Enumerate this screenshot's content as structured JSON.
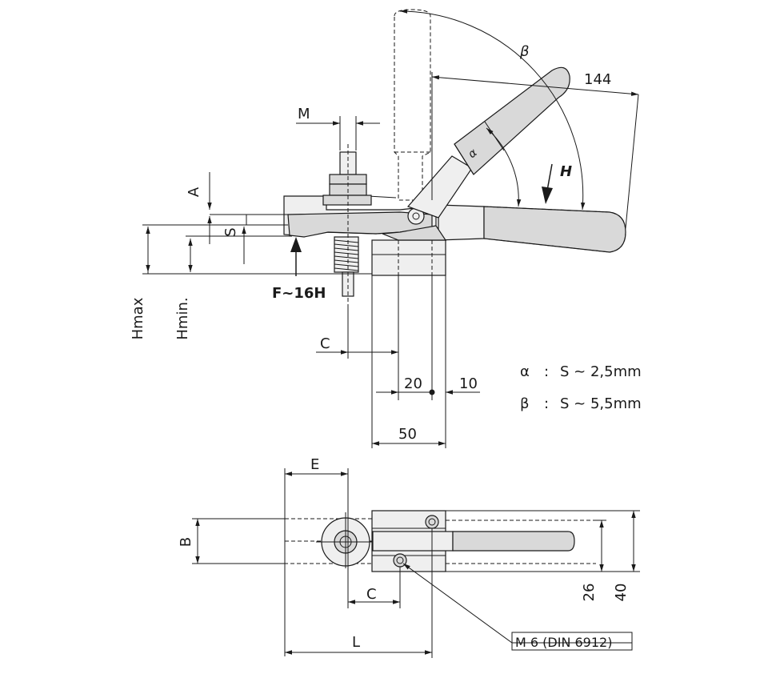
{
  "labels": {
    "M": "M",
    "A": "A",
    "S": "S",
    "Hmax": "Hmax",
    "Hmin": "Hmin.",
    "F": "F~16H",
    "C_top": "C",
    "dim_20": "20",
    "dim_10": "10",
    "dim_50": "50",
    "dim_144": "144",
    "alpha": "α",
    "beta": "β",
    "H": "H",
    "E": "E",
    "B": "B",
    "C_bottom": "C",
    "L": "L",
    "dim_26": "26",
    "dim_40": "40",
    "screw_callout": "M 6 (DIN 6912)"
  },
  "legend": [
    {
      "symbol": "α",
      "sep": ":",
      "text": "S ~ 2,5mm"
    },
    {
      "symbol": "β",
      "sep": ":",
      "text": "S ~ 5,5mm"
    }
  ]
}
